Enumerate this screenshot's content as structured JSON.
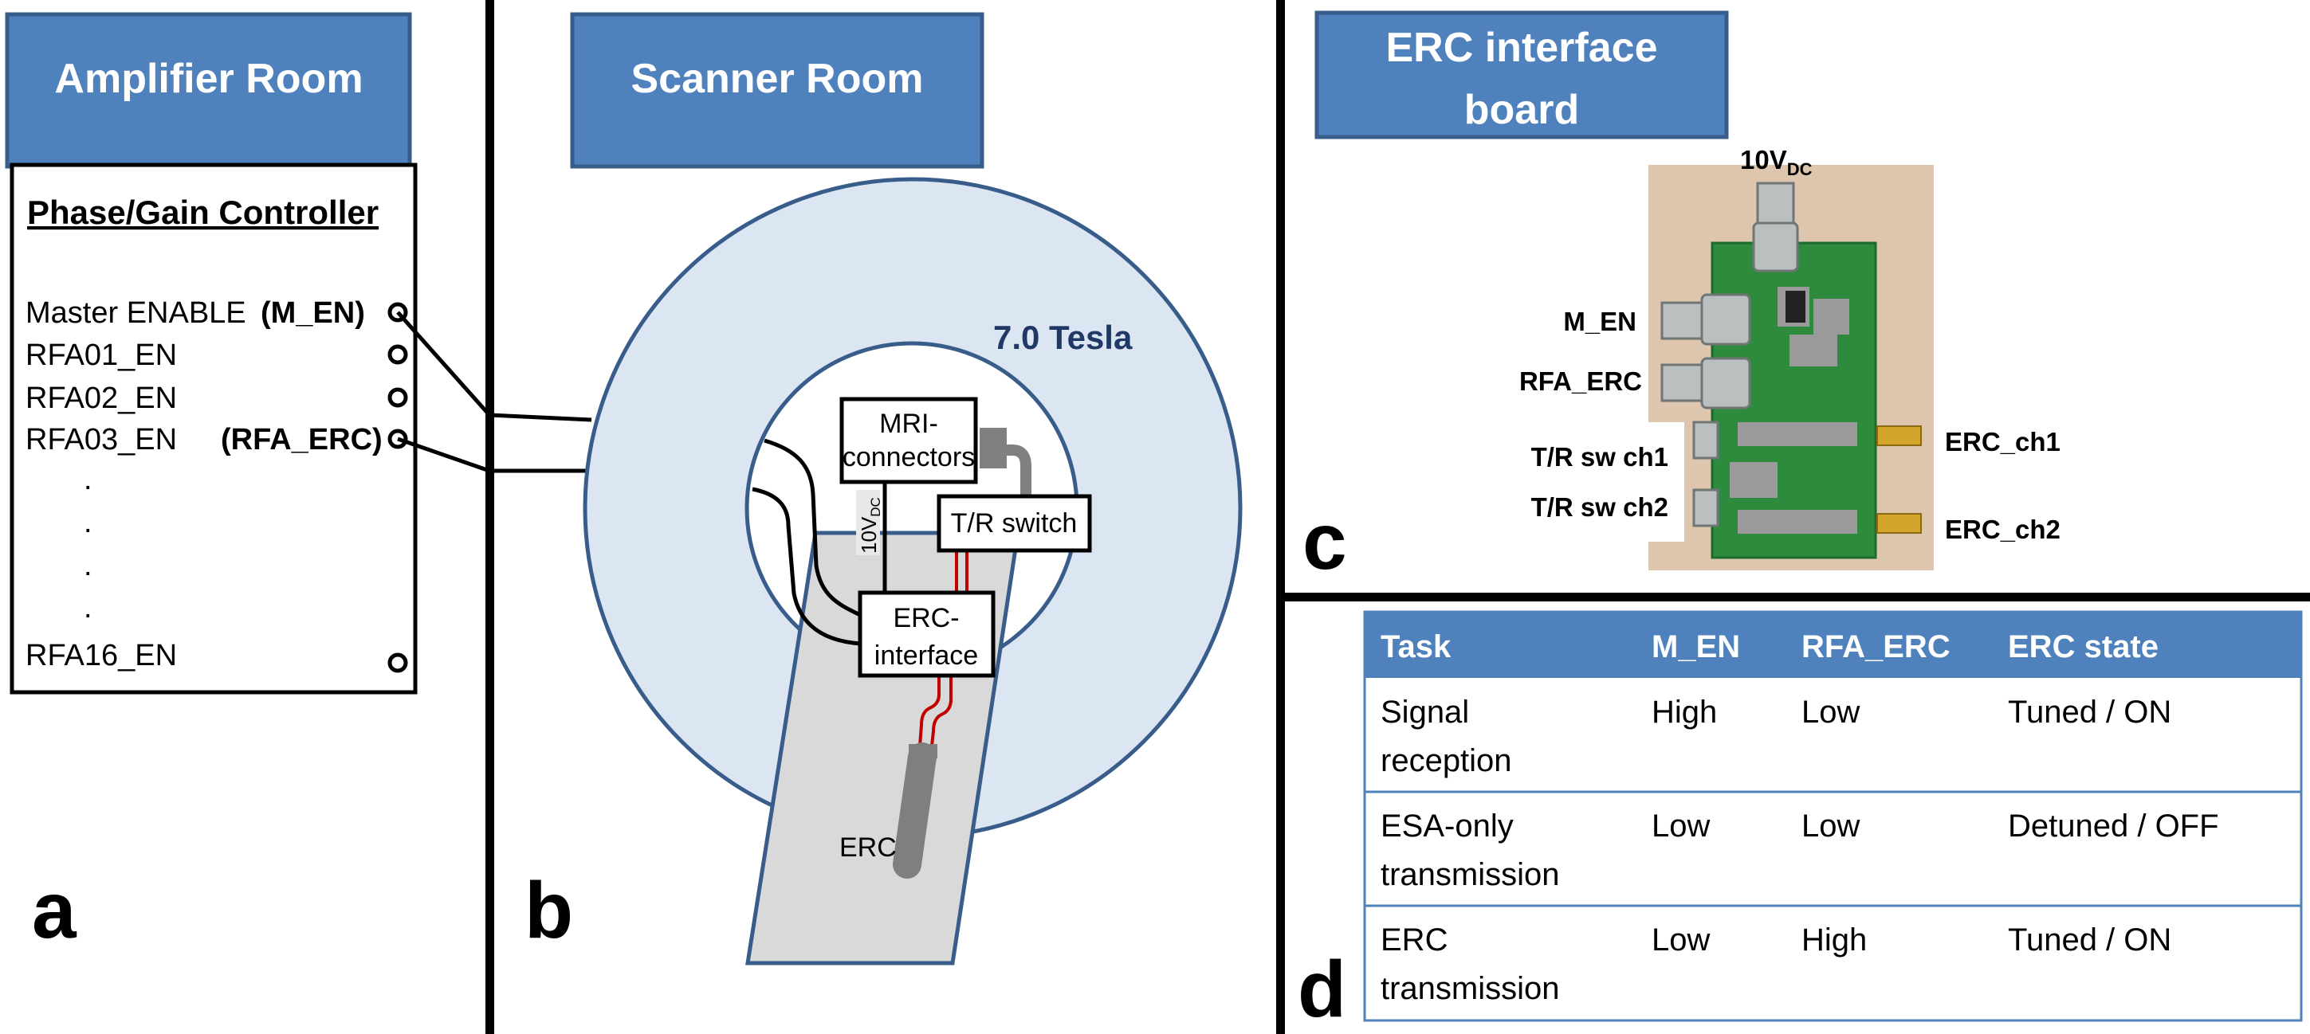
{
  "panels": {
    "a": {
      "label": "a",
      "header": "Amplifier Room",
      "controller": {
        "title": "Phase/Gain Controller",
        "rows": [
          {
            "name": "Master ENABLE",
            "tag": "(M_EN)"
          },
          {
            "name": "RFA01_EN",
            "tag": ""
          },
          {
            "name": "RFA02_EN",
            "tag": ""
          },
          {
            "name": "RFA03_EN",
            "tag": "(RFA_ERC)"
          },
          {
            "name": "RFA16_EN",
            "tag": ""
          }
        ],
        "ellipsis": "."
      }
    },
    "b": {
      "label": "b",
      "header": "Scanner Room",
      "field_strength": "7.0 Tesla",
      "mri_connectors": [
        "MRI-",
        "connectors"
      ],
      "tr_switch": "T/R switch",
      "erc_interface": [
        "ERC-",
        "interface"
      ],
      "erc": "ERC",
      "supply": {
        "main": "10V",
        "sub": "DC"
      }
    },
    "c": {
      "label": "c",
      "header": [
        "ERC interface",
        "board"
      ],
      "supply": {
        "main": "10V",
        "sub": "DC"
      },
      "left_labels": [
        "M_EN",
        "RFA_ERC",
        "T/R sw ch1",
        "T/R sw ch2"
      ],
      "right_labels": [
        "ERC_ch1",
        "ERC_ch2"
      ]
    },
    "d": {
      "label": "d",
      "table": {
        "headers": [
          "Task",
          "M_EN",
          "RFA_ERC",
          "ERC state"
        ],
        "rows": [
          {
            "task": [
              "Signal",
              "reception"
            ],
            "m_en": "High",
            "rfa_erc": "Low",
            "state": "Tuned / ON"
          },
          {
            "task": [
              "ESA-only",
              "transmission"
            ],
            "m_en": "Low",
            "rfa_erc": "Low",
            "state": "Detuned / OFF"
          },
          {
            "task": [
              "ERC",
              "transmission"
            ],
            "m_en": "Low",
            "rfa_erc": "High",
            "state": "Tuned / ON"
          }
        ]
      }
    }
  },
  "colors": {
    "header": "#4f81bd",
    "magnet": "#dce6f2",
    "magnet_edge": "#385d8a",
    "cable_rf": "#c00000",
    "pcb": "#2e8b3e"
  }
}
